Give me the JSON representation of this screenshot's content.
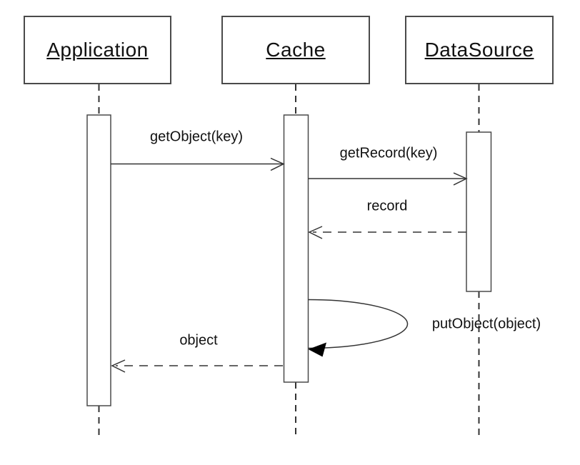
{
  "diagram": {
    "type": "uml-sequence-diagram",
    "actors": [
      {
        "name": "Application"
      },
      {
        "name": "Cache"
      },
      {
        "name": "DataSource"
      }
    ],
    "messages": [
      {
        "label": "getObject(key)",
        "from": "Application",
        "to": "Cache",
        "line": "solid",
        "arrowhead": "open"
      },
      {
        "label": "getRecord(key)",
        "from": "Cache",
        "to": "DataSource",
        "line": "solid",
        "arrowhead": "open"
      },
      {
        "label": "record",
        "from": "DataSource",
        "to": "Cache",
        "line": "dashed",
        "arrowhead": "open"
      },
      {
        "label": "putObject(object)",
        "from": "Cache",
        "to": "Cache",
        "line": "self-loop",
        "arrowhead": "filled"
      },
      {
        "label": "object",
        "from": "Cache",
        "to": "Application",
        "line": "dashed",
        "arrowhead": "open"
      }
    ],
    "colors": {
      "line": "#333333",
      "box_border": "#4a4a4a",
      "text": "#111111",
      "background": "#ffffff"
    }
  }
}
